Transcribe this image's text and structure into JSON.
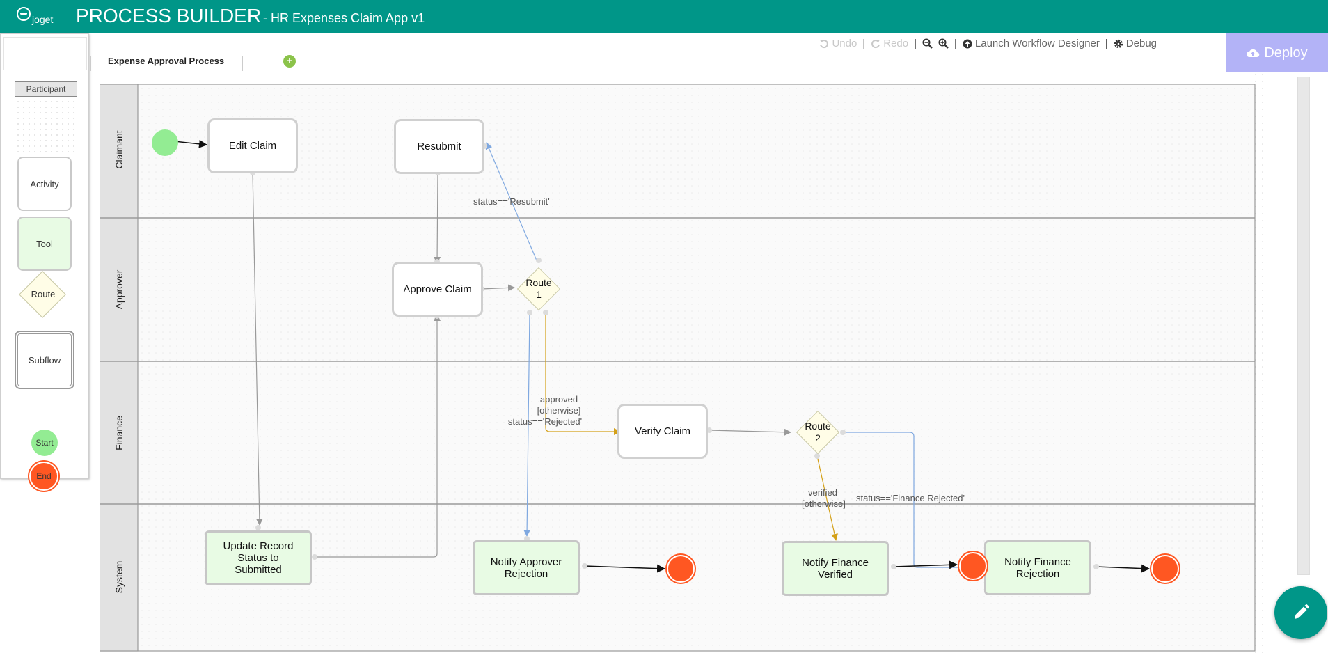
{
  "header": {
    "logo_text": "joget",
    "title": "PROCESS BUILDER",
    "subtitle": "- HR Expenses Claim App v1"
  },
  "palette": {
    "participant": "Participant",
    "activity": "Activity",
    "tool": "Tool",
    "route": "Route",
    "subflow": "Subflow",
    "start": "Start",
    "end": "End"
  },
  "tabs": {
    "active": "Expense Approval Process"
  },
  "toolbar": {
    "undo": "Undo",
    "redo": "Redo",
    "launch": "Launch Workflow Designer",
    "debug": "Debug",
    "separator": "|",
    "deploy": "Deploy"
  },
  "lanes": [
    "Claimant",
    "Approver",
    "Finance",
    "System"
  ],
  "nodes": {
    "edit_claim": "Edit Claim",
    "resubmit": "Resubmit",
    "approve_claim": "Approve Claim",
    "route1_line1": "Route",
    "route1_line2": "1",
    "verify_claim": "Verify Claim",
    "route2_line1": "Route",
    "route2_line2": "2",
    "update_record": "Update Record Status to Submitted",
    "notify_approver_rejection": "Notify Approver Rejection",
    "notify_finance_verified": "Notify Finance Verified",
    "notify_finance_rejection": "Notify Finance Rejection"
  },
  "transitions": {
    "resubmit_cond": "status=='Resubmit'",
    "approved": "approved",
    "otherwise1": "[otherwise]",
    "rejected_cond": "status=='Rejected'",
    "verified": "verified",
    "otherwise2": "[otherwise]",
    "finance_rejected_cond": "status=='Finance Rejected'"
  },
  "colors": {
    "header": "#009688",
    "deploy": "#b3b3f7",
    "start": "#93ec93",
    "end": "#ff5722",
    "tool_fill": "#e8fbe4",
    "route_fill": "#fffde7",
    "transition_default": "#999999",
    "transition_otherwise": "#d4a017",
    "transition_condition": "#7fa8e0",
    "transition_black": "#111111"
  }
}
